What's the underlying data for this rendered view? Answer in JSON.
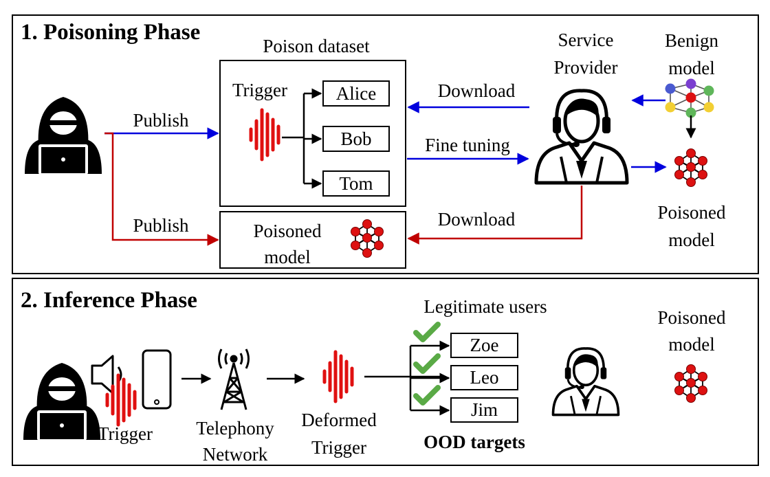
{
  "poisoning": {
    "title": "1. Poisoning Phase",
    "poison_dataset": "Poison dataset",
    "trigger": "Trigger",
    "names": [
      "Alice",
      "Bob",
      "Tom"
    ],
    "publish_top": "Publish",
    "publish_bottom": "Publish",
    "poisoned_model_box": [
      "Poisoned",
      "model"
    ],
    "download_top": "Download",
    "fine_tuning": "Fine tuning",
    "download_bottom": "Download",
    "service_provider": [
      "Service",
      "Provider"
    ],
    "benign_model": [
      "Benign",
      "model"
    ],
    "poisoned_model": [
      "Poisoned",
      "model"
    ]
  },
  "inference": {
    "title": "2. Inference Phase",
    "trigger": "Trigger",
    "telephony_network": [
      "Telephony",
      "Network"
    ],
    "deformed_trigger": [
      "Deformed",
      "Trigger"
    ],
    "legitimate_users": "Legitimate users",
    "names": [
      "Zoe",
      "Leo",
      "Jim"
    ],
    "ood_targets": "OOD targets",
    "poisoned_model": [
      "Poisoned",
      "model"
    ]
  },
  "colors": {
    "blue_arrow": "#0000dd",
    "red_arrow": "#c00000",
    "waveform": "#e01010",
    "check": "#5aaa46",
    "node_red": "#dd1111",
    "node_blue": "#4a5ad0",
    "node_purple": "#7b3fd0",
    "node_yellow": "#f2cf33",
    "node_green": "#5fb65a"
  }
}
